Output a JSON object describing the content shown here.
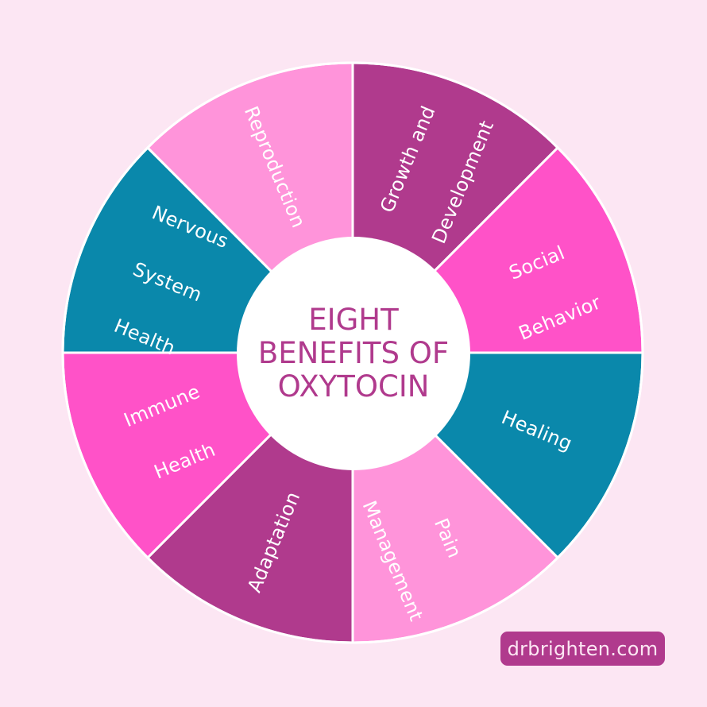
{
  "title": {
    "lines": [
      "EIGHT",
      "BENEFITS OF",
      "OXYTOCIN"
    ]
  },
  "segments": [
    {
      "label_lines": [
        "Growth and",
        "Development"
      ],
      "color": "#b03a8d"
    },
    {
      "label_lines": [
        "Social",
        "Behavior"
      ],
      "color": "#ff52c8"
    },
    {
      "label_lines": [
        "Healing"
      ],
      "color": "#0a88ab"
    },
    {
      "label_lines": [
        "Pain",
        "Management"
      ],
      "color": "#ff94da"
    },
    {
      "label_lines": [
        "Adaptation"
      ],
      "color": "#b03a8d"
    },
    {
      "label_lines": [
        "Immune",
        "Health"
      ],
      "color": "#ff52c8"
    },
    {
      "label_lines": [
        "Nervous",
        "System",
        "Health"
      ],
      "color": "#0a88ab"
    },
    {
      "label_lines": [
        "Reproduction"
      ],
      "color": "#ff94da"
    }
  ],
  "badge": {
    "text": "drbrighten.com"
  },
  "colors": {
    "background": "#fce6f3",
    "plum": "#b03a8d",
    "hot_pink": "#ff52c8",
    "teal": "#0a88ab",
    "light_pink": "#ff94da",
    "center": "#ffffff"
  }
}
